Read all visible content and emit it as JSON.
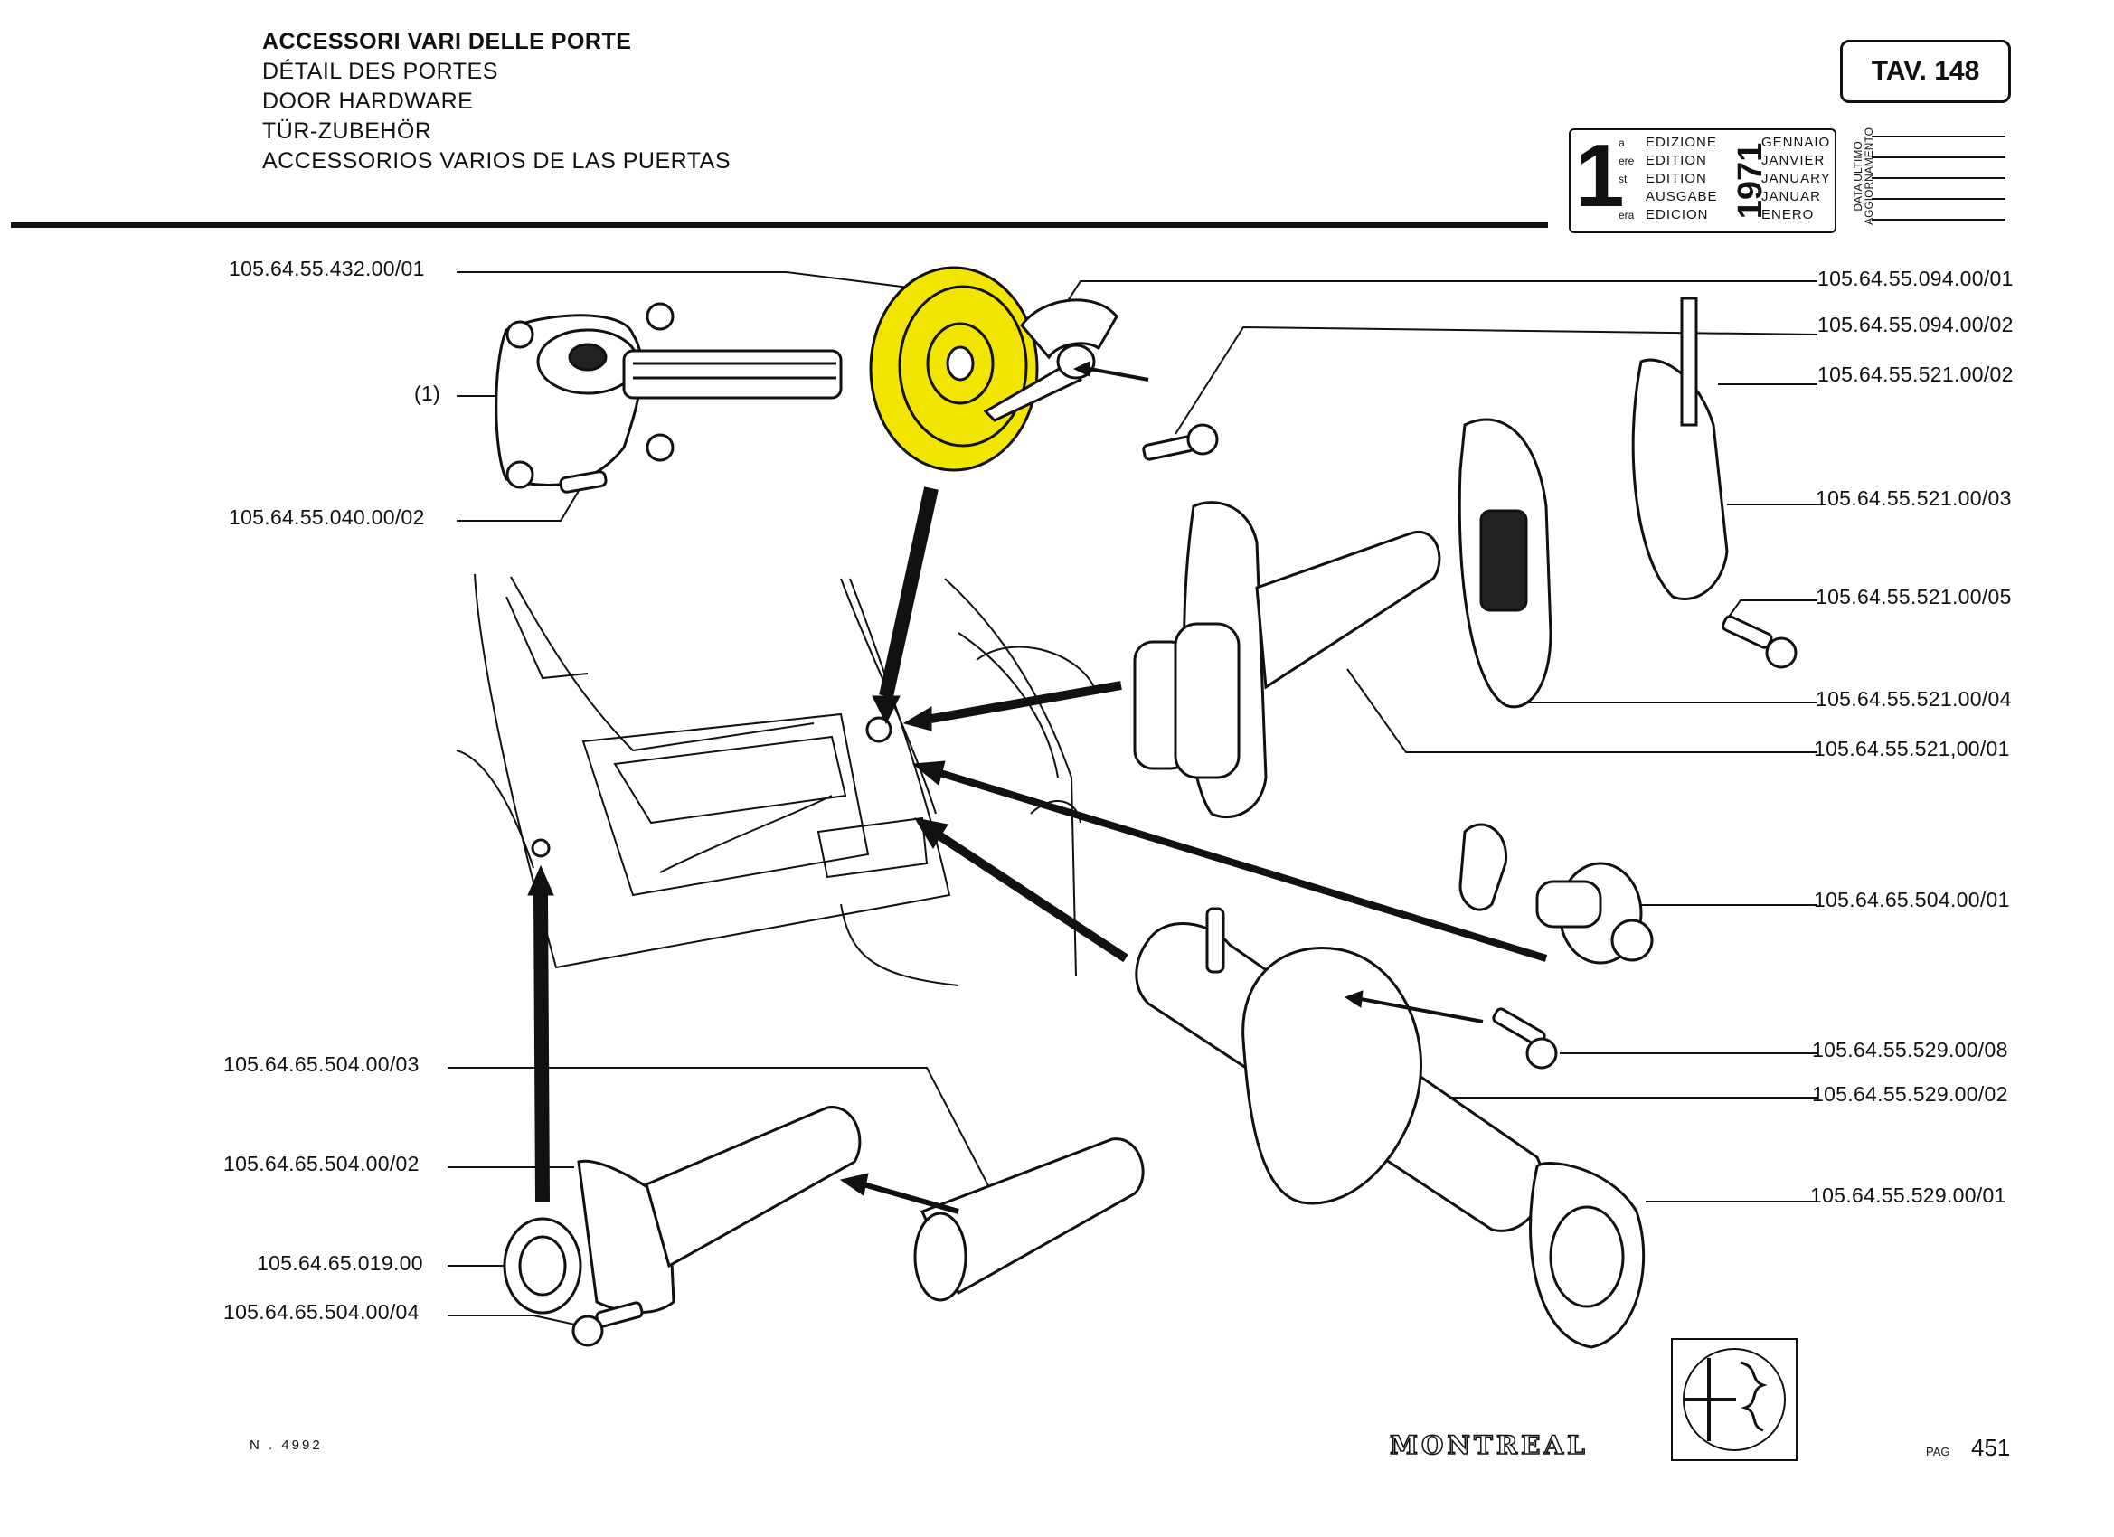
{
  "header": {
    "title_lines": [
      "ACCESSORI VARI DELLE PORTE",
      "DÉTAIL DES PORTES",
      "DOOR HARDWARE",
      "TÜR-ZUBEHÖR",
      "ACCESSORIOS VARIOS DE LAS PUERTAS"
    ],
    "plate": "TAV. 148"
  },
  "edition": {
    "number": "1",
    "superscripts": [
      "a",
      "ere",
      "st",
      ".",
      "era"
    ],
    "labels": [
      "EDIZIONE",
      "EDITION",
      "EDITION",
      "AUSGABE",
      "EDICION"
    ],
    "year": "1971",
    "months": [
      "GENNAIO",
      "JANVIER",
      "JANUARY",
      "JANUAR",
      "ENERO"
    ],
    "data_ultimo": "DATA ULTIMO",
    "aggiornamento": "AGGIORNAMENTO"
  },
  "parts_left": [
    "105.64.55.432.00/01",
    "(1)",
    "105.64.55.040.00/02",
    "105.64.65.504.00/03",
    "105.64.65.504.00/02",
    "105.64.65.019.00",
    "105.64.65.504.00/04"
  ],
  "parts_right": [
    "105.64.55.094.00/01",
    "105.64.55.094.00/02",
    "105.64.55.521.00/02",
    "105.64.55.521.00/03",
    "105.64.55.521.00/05",
    "105.64.55.521.00/04",
    "105.64.55.521,00/01",
    "105.64.65.504.00/01",
    "105.64.55.529.00/08",
    "105.64.55.529.00/02",
    "105.64.55.529.00/01"
  ],
  "footer": {
    "drawing_number": "N . 4992",
    "model": "MONTREAL",
    "page_label": "PAG",
    "page_number": "451"
  },
  "colors": {
    "ink": "#111111",
    "highlight": "#f2e600",
    "paper": "#ffffff"
  }
}
